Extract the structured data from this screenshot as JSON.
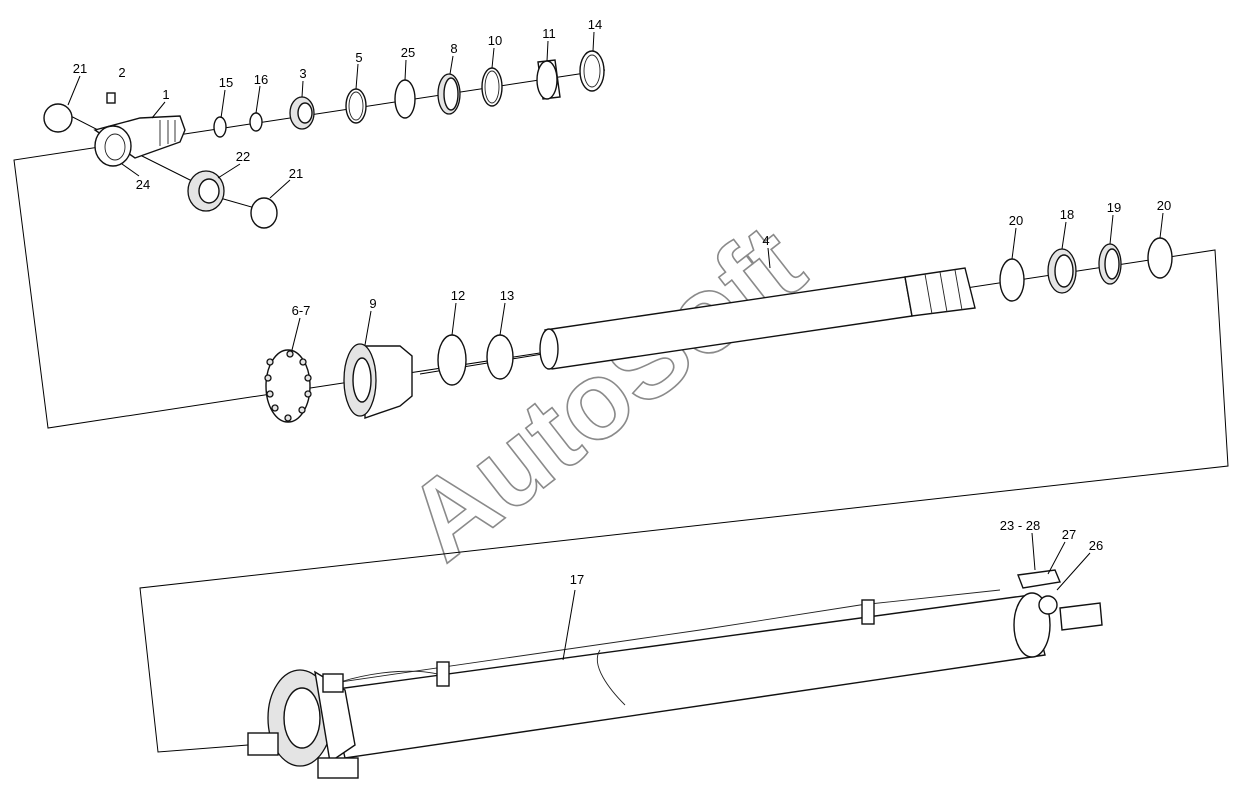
{
  "watermark": "AutoSoft",
  "labels": {
    "p21a": "21",
    "p2": "2",
    "p1": "1",
    "p15": "15",
    "p16": "16",
    "p3": "3",
    "p5": "5",
    "p25": "25",
    "p8": "8",
    "p10": "10",
    "p11": "11",
    "p14": "14",
    "p22": "22",
    "p24": "24",
    "p21b": "21",
    "p4": "4",
    "p20a": "20",
    "p18": "18",
    "p19": "19",
    "p20b": "20",
    "p67": "6-7",
    "p9": "9",
    "p12": "12",
    "p13": "13",
    "p2328": "23 - 28",
    "p27": "27",
    "p26": "26",
    "p17": "17"
  }
}
